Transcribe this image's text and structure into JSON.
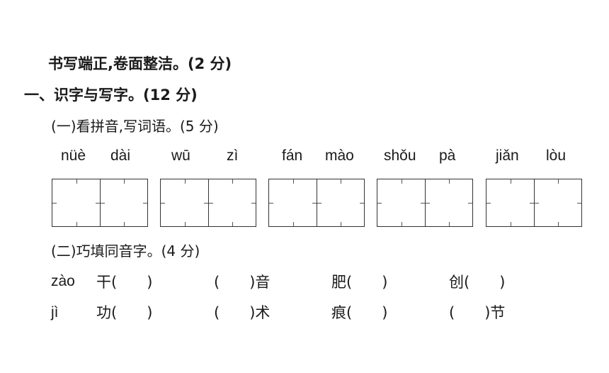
{
  "header": {
    "neatness": "书写端正,卷面整洁。(2 分)",
    "section_one": "一、识字与写字。(12 分)"
  },
  "part_one": {
    "title": "(一)看拼音,写词语。(5 分)",
    "words": [
      {
        "py1": "nüè",
        "py2": "dài"
      },
      {
        "py1": "wū",
        "py2": "zì"
      },
      {
        "py1": "fán",
        "py2": "mào"
      },
      {
        "py1": "shǒu",
        "py2": "pà"
      },
      {
        "py1": "jiǎn",
        "py2": "lòu"
      }
    ]
  },
  "part_two": {
    "title": "(二)巧填同音字。(4 分)",
    "rows": [
      {
        "pinyin": "zào",
        "items": [
          "干(　　)",
          "(　　)音",
          "肥(　　)",
          "创(　　)"
        ]
      },
      {
        "pinyin": "jì",
        "items": [
          "功(　　)",
          "(　　)术",
          "痕(　　)",
          "(　　)节"
        ]
      }
    ]
  }
}
